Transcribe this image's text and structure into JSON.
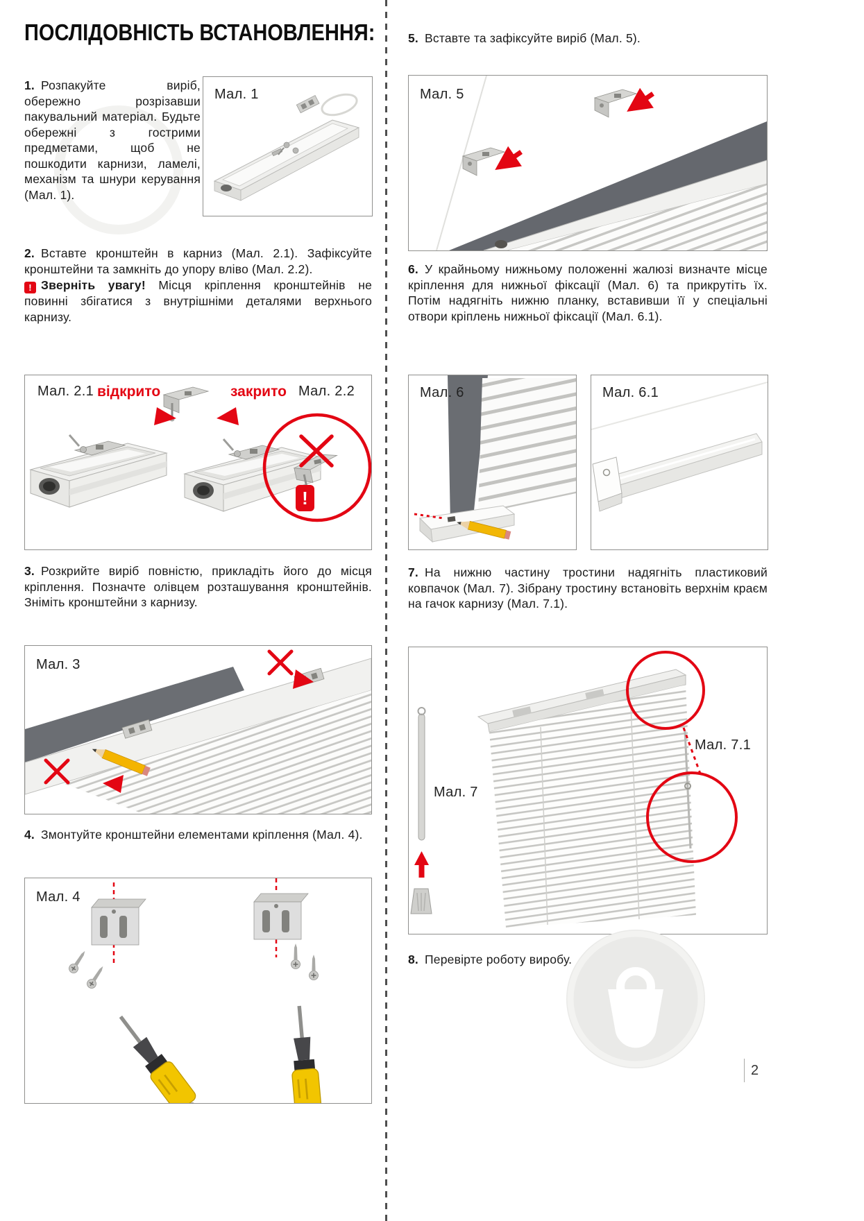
{
  "page": {
    "title": "ПОСЛІДОВНІСТЬ ВСТАНОВЛЕННЯ:",
    "number": "2"
  },
  "steps": {
    "s1": {
      "num": "1.",
      "text": "Розпакуйте виріб, обережно розрізавши пакувальний матеріал. Будьте обережні з гострими предметами, щоб не пошкодити карнизи, ламелі, механізм та шнури керування (Мал. 1)."
    },
    "s2": {
      "num": "2.",
      "text": "Вставте кронштейн в карниз (Мал. 2.1). Зафіксуйте кронштейни та замкніть до упору вліво (Мал. 2.2).",
      "warn_icon": "!",
      "warn_title": "Зверніть увагу!",
      "warn_text": "Місця кріплення кронштейнів не повинні збігатися з внутрішніми деталями верхнього карнизу."
    },
    "s3": {
      "num": "3.",
      "text": "Розкрийте виріб повністю, прикладіть його до місця кріплення. Позначте олівцем розташування кронштейнів. Зніміть кронштейни з карнизу."
    },
    "s4": {
      "num": "4.",
      "text": "Змонтуйте кронштейни елементами кріплення (Мал. 4)."
    },
    "s5": {
      "num": "5.",
      "text": "Вставте та зафіксуйте виріб (Мал. 5)."
    },
    "s6": {
      "num": "6.",
      "text": "У крайньому нижньому положенні жалюзі визначте місце кріплення для нижньої фіксації (Мал. 6) та прикрутіть їх. Потім надягніть нижню планку, вставивши її у спеціальні отвори кріплень нижньої фіксації (Мал. 6.1)."
    },
    "s7": {
      "num": "7.",
      "text": "На нижню частину тростини надягніть пластиковий ковпачок (Мал. 7). Зібрану тростину встановіть верхнім краєм на гачок карнизу (Мал. 7.1)."
    },
    "s8": {
      "num": "8.",
      "text": "Перевірте роботу виробу."
    }
  },
  "figures": {
    "f1": {
      "label": "Мал. 1"
    },
    "f2": {
      "label_left": "Мал. 2.1",
      "open_label": "відкрито",
      "closed_label": "закрито",
      "label_right": "Мал. 2.2",
      "alert": "!"
    },
    "f3": {
      "label": "Мал. 3"
    },
    "f4": {
      "label": "Мал. 4"
    },
    "f5": {
      "label": "Мал. 5"
    },
    "f6": {
      "label": "Мал. 6"
    },
    "f61": {
      "label": "Мал. 6.1"
    },
    "f7": {
      "label": "Мал. 7",
      "label_71": "Мал. 7.1"
    }
  },
  "colors": {
    "accent_red": "#e30613",
    "text": "#1b1b1b",
    "figure_border": "#8f8f8d"
  }
}
